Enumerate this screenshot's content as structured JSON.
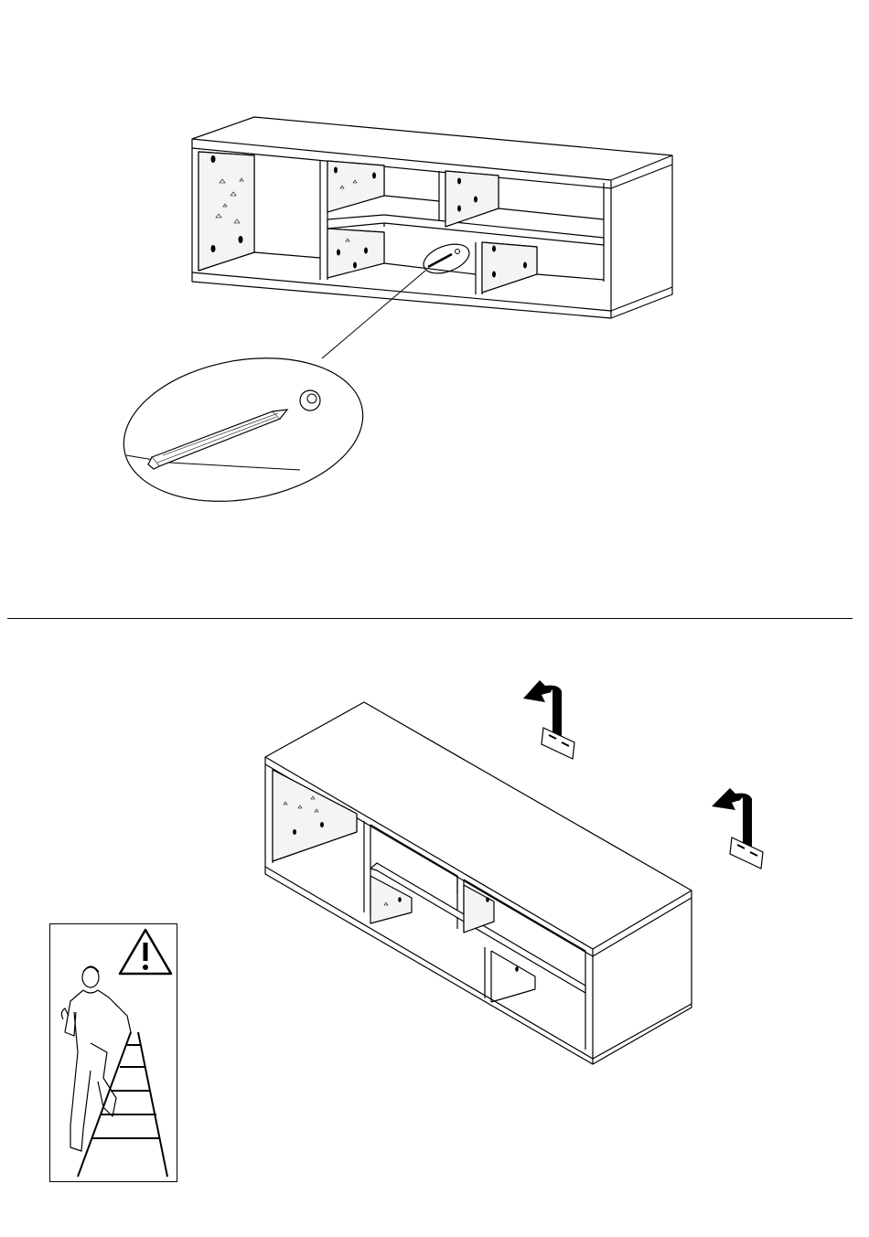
{
  "page": {
    "type": "assembly-instruction-step",
    "line_color": "#000000",
    "background": "#ffffff"
  },
  "top_step": {
    "object": "tv-stand-cabinet",
    "detail": "dowel-insertion-callout"
  },
  "bottom_step": {
    "object": "tv-stand-cabinet-upright",
    "hardware": [
      "wall-bracket",
      "wall-bracket"
    ],
    "arrow_icon": "curved-arrow-icon"
  },
  "warning": {
    "icon": "warning-triangle-icon",
    "symbol": "!",
    "figure": "person-on-step-ladder"
  }
}
